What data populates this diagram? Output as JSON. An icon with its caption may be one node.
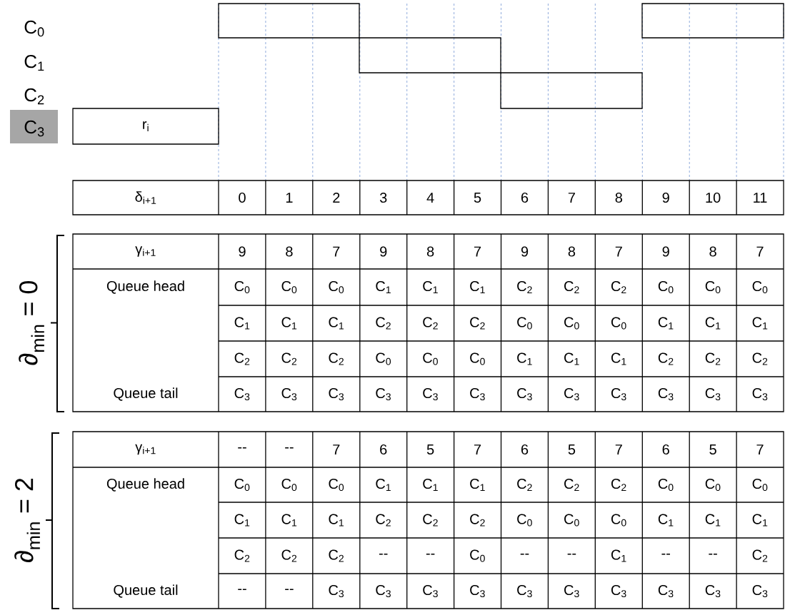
{
  "diagram": {
    "nodes": [
      {
        "text": [],
        "shape": "box"
      },
      {
        "text": [],
        "shape": "box"
      },
      {
        "text": [],
        "shape": "box"
      },
      {
        "text": [],
        "shape": "box"
      },
      {
        "text": [
          "r$_{i}$"
        ]
      }
    ],
    "labels": [
      "C$_{0}$",
      "C$_{1}$",
      "C$_{2}$",
      "C$_{3}$",
      "δ$_{i+1}$",
      "0",
      "1",
      "2",
      "3",
      "4",
      "5",
      "6",
      "7",
      "8",
      "9",
      "10",
      "11",
      "∂$_{min}$ = 0",
      "γ$_{i+1}$",
      "9",
      "8",
      "7",
      "9",
      "8",
      "7",
      "9",
      "8",
      "7",
      "9",
      "8",
      "7",
      "Queue head",
      "C$_{0}$",
      "C$_{0}$",
      "C$_{0}$",
      "C$_{1}$",
      "C$_{1}$",
      "C$_{1}$",
      "C$_{2}$",
      "C$_{2}$",
      "C$_{2}$",
      "C$_{0}$",
      "C$_{0}$",
      "C$_{0}$",
      "C$_{1}$",
      "C$_{1}$",
      "C$_{1}$",
      "C$_{2}$",
      "C$_{2}$",
      "C$_{2}$",
      "C$_{0}$",
      "C$_{0}$",
      "C$_{0}$",
      "C$_{1}$",
      "C$_{1}$",
      "C$_{1}$",
      "C$_{2}$",
      "C$_{2}$",
      "C$_{2}$",
      "C$_{0}$",
      "C$_{0}$",
      "C$_{0}$",
      "C$_{1}$",
      "C$_{1}$",
      "C$_{1}$",
      "C$_{2}$",
      "C$_{2}$",
      "C$_{2}$",
      "Queue tail",
      "C$_{3}$",
      "C$_{3}$",
      "C$_{3}$",
      "C$_{3}$",
      "C$_{3}$",
      "C$_{3}$",
      "C$_{3}$",
      "C$_{3}$",
      "C$_{3}$",
      "C$_{3}$",
      "C$_{3}$",
      "C$_{3}$",
      "∂$_{min}$ = 2",
      "γ$_{i+1}$",
      "--",
      "--",
      "7",
      "6",
      "5",
      "7",
      "6",
      "5",
      "7",
      "6",
      "5",
      "7",
      "Queue head",
      "C$_{0}$",
      "C$_{0}$",
      "C$_{0}$",
      "C$_{1}$",
      "C$_{1}$",
      "C$_{1}$",
      "C$_{2}$",
      "C$_{2}$",
      "C$_{2}$",
      "C$_{0}$",
      "C$_{0}$",
      "C$_{0}$",
      "C$_{1}$",
      "C$_{1}$",
      "C$_{1}$",
      "C$_{2}$",
      "C$_{2}$",
      "C$_{2}$",
      "C$_{0}$",
      "C$_{0}$",
      "C$_{0}$",
      "C$_{1}$",
      "C$_{1}$",
      "C$_{1}$",
      "C$_{2}$",
      "C$_{2}$",
      "C$_{2}$",
      "--",
      "--",
      "C$_{0}$",
      "--",
      "--",
      "C$_{1}$",
      "--",
      "--",
      "C$_{2}$",
      "Queue tail",
      "--",
      "--",
      "C$_{3}$",
      "C$_{3}$",
      "C$_{3}$",
      "C$_{3}$",
      "C$_{3}$",
      "C$_{3}$",
      "C$_{3}$",
      "C$_{3}$",
      "C$_{3}$",
      "C$_{3}$"
    ]
  }
}
